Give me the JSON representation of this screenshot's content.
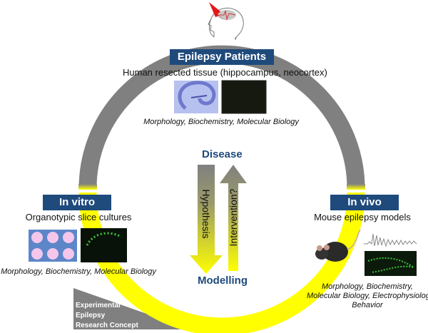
{
  "top": {
    "title": "Epilepsy Patients",
    "subtitle": "Human resected tissue (hippocampus, neocortex)",
    "methods": "Morphology, Biochemistry, Molecular Biology",
    "icon": "head-with-lightning-icon"
  },
  "left": {
    "title": "In vitro",
    "subtitle": "Organotypic slice cultures",
    "methods": "Morphology, Biochemistry, Molecular Biology"
  },
  "right": {
    "title": "In vivo",
    "subtitle": "Mouse epilepsy models",
    "methods_lines": [
      "Morphology, Biochemistry,",
      "Molecular Biology, Electrophysiology,",
      "Behavior"
    ]
  },
  "center": {
    "top_label": "Disease",
    "bottom_label": "Modelling",
    "down_arrow_label": "Hypothesis",
    "up_arrow_label": "Intervention?"
  },
  "corner": {
    "lines": [
      "Experimental",
      "Epilepsy",
      "Research Concept"
    ]
  },
  "colors": {
    "navy": "#1f4a7c",
    "gray": "#808080",
    "yellow": "#ffff00"
  }
}
